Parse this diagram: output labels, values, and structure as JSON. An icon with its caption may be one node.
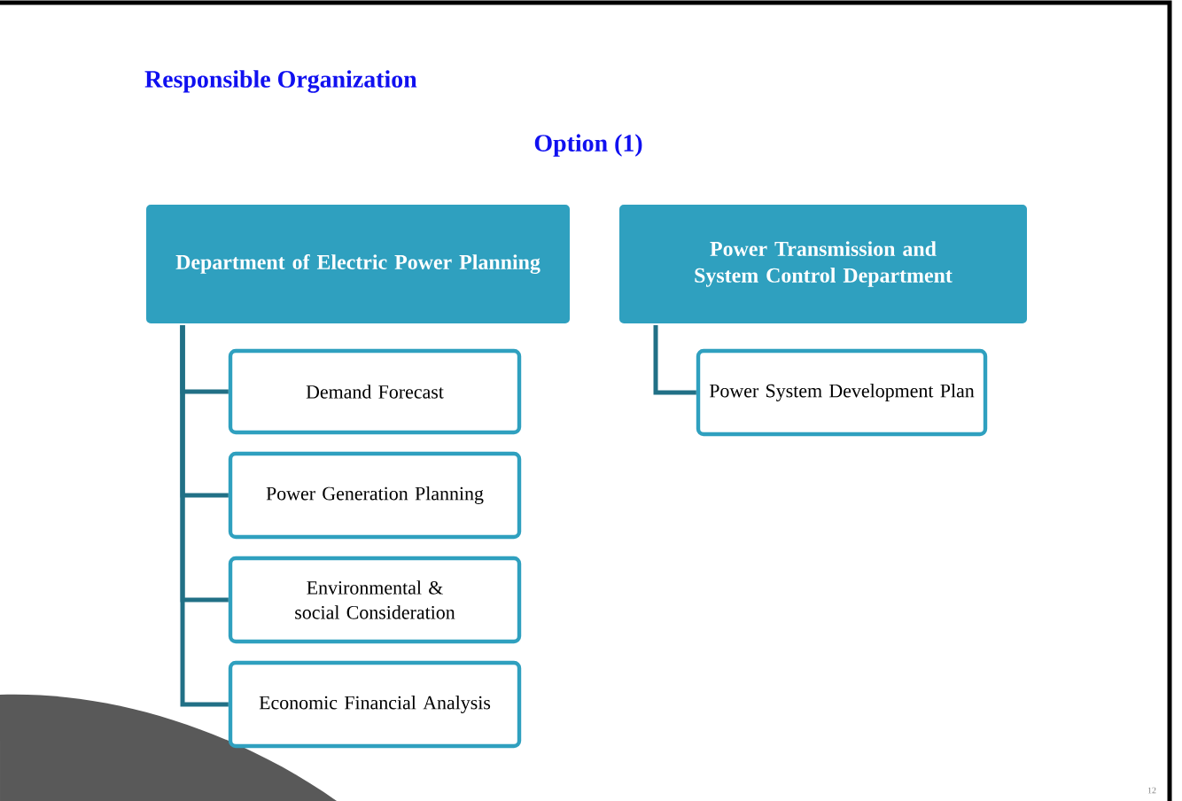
{
  "diagram": {
    "title": "Responsible Organization",
    "nodes": [
      {
        "text": [
          "Department of Electric Power Planning"
        ]
      },
      {
        "text": [
          "Power Transmission and System Control Department"
        ]
      },
      {
        "text": [
          "Demand Forecast"
        ]
      },
      {
        "text": [
          "Power Generation Planning"
        ]
      },
      {
        "text": [
          "Environmental & social Consideration"
        ]
      },
      {
        "text": [
          "Economic Financial Analysis"
        ]
      },
      {
        "text": [
          "Power System Development Plan"
        ]
      }
    ],
    "edges": [
      {
        "from": 0,
        "to": 2,
        "arrow": "none"
      },
      {
        "from": 0,
        "to": 3,
        "arrow": "none"
      },
      {
        "from": 0,
        "to": 4,
        "arrow": "none"
      },
      {
        "from": 0,
        "to": 5,
        "arrow": "none"
      },
      {
        "from": 1,
        "to": 6,
        "arrow": "none"
      }
    ],
    "labels": [
      "Option (1)",
      "12"
    ]
  }
}
